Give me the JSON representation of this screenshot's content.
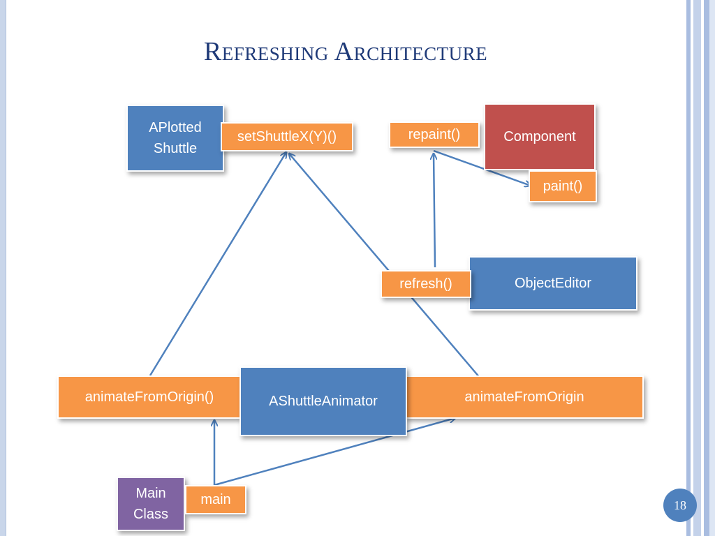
{
  "slide": {
    "title": "Refreshing Architecture",
    "page_number": "18"
  },
  "nodes": {
    "aplotted_shuttle": "APlotted Shuttle",
    "set_shuttle": "setShuttleX(Y)()",
    "repaint": "repaint()",
    "component": "Component",
    "paint": "paint()",
    "refresh": "refresh()",
    "object_editor": "ObjectEditor",
    "animate_from_origin_left": "animateFromOrigin()",
    "ashuttle_animator": "AShuttleAnimator",
    "animate_from_origin_right": "animateFromOrigin",
    "main_class": "Main Class",
    "main": "main"
  },
  "colors": {
    "class_box": "#4f81bd",
    "method_box": "#f79646",
    "component_box": "#c0504d",
    "main_class_box": "#8064a2",
    "arrow": "#4f81bd",
    "title": "#1f3a78"
  }
}
